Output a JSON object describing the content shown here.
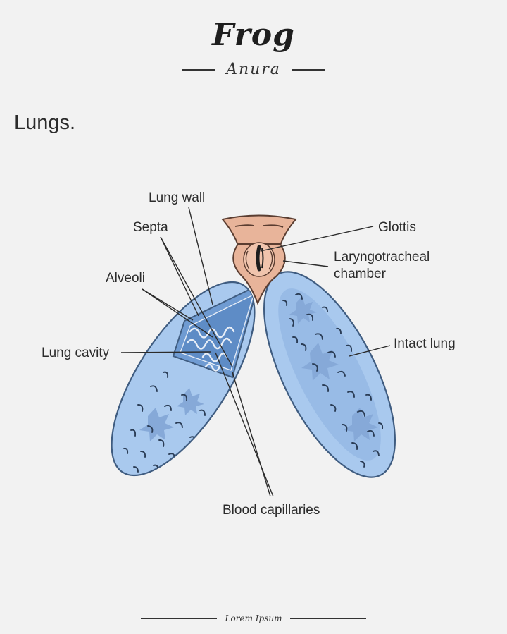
{
  "header": {
    "title": "Frog",
    "subtitle": "Anura"
  },
  "section": {
    "heading": "Lungs."
  },
  "labels": {
    "lung_wall": "Lung wall",
    "septa": "Septa",
    "alveoli": "Alveoli",
    "lung_cavity": "Lung cavity",
    "glottis": "Glottis",
    "laryngotracheal_1": "Laryngotracheal",
    "laryngotracheal_2": "chamber",
    "intact_lung": "Intact lung",
    "blood_capillaries": "Blood capillaries"
  },
  "footer": {
    "text": "Lorem Ipsum"
  },
  "colors": {
    "lung_fill": "#a9c9ee",
    "lung_stroke": "#4f6f96",
    "lung_spots": "#8fb2df",
    "cavity_fill": "#6f9bd2",
    "chamber_fill": "#e8b49a",
    "chamber_stroke": "#6b4a3d",
    "background": "#f2f2f2"
  }
}
